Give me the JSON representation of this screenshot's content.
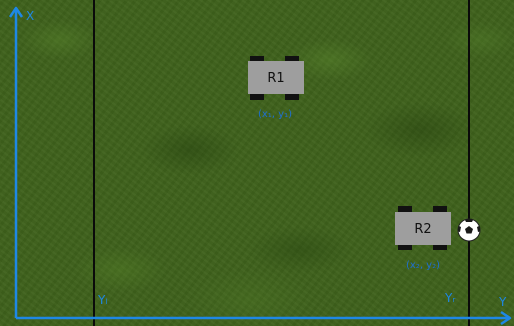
{
  "colors": {
    "field": "#3f621c",
    "axis": "#1e88e5",
    "boundary_line": "#0a0a0a",
    "robot_body": "#9e9e9e",
    "robot_wheel": "#111111",
    "robot_text": "#111111",
    "coord_text": "#1e6fd0",
    "ball": "#ffffff"
  },
  "axes": {
    "x_label": "X",
    "y_label": "Y",
    "yl_label": "Yₗ",
    "yr_label": "Yᵣ"
  },
  "robots": [
    {
      "label": "R1",
      "coords": "(x₁, y₁)"
    },
    {
      "label": "R2",
      "coords": "(x₂, y₂)"
    }
  ],
  "ball_icon": "soccer-ball-icon"
}
